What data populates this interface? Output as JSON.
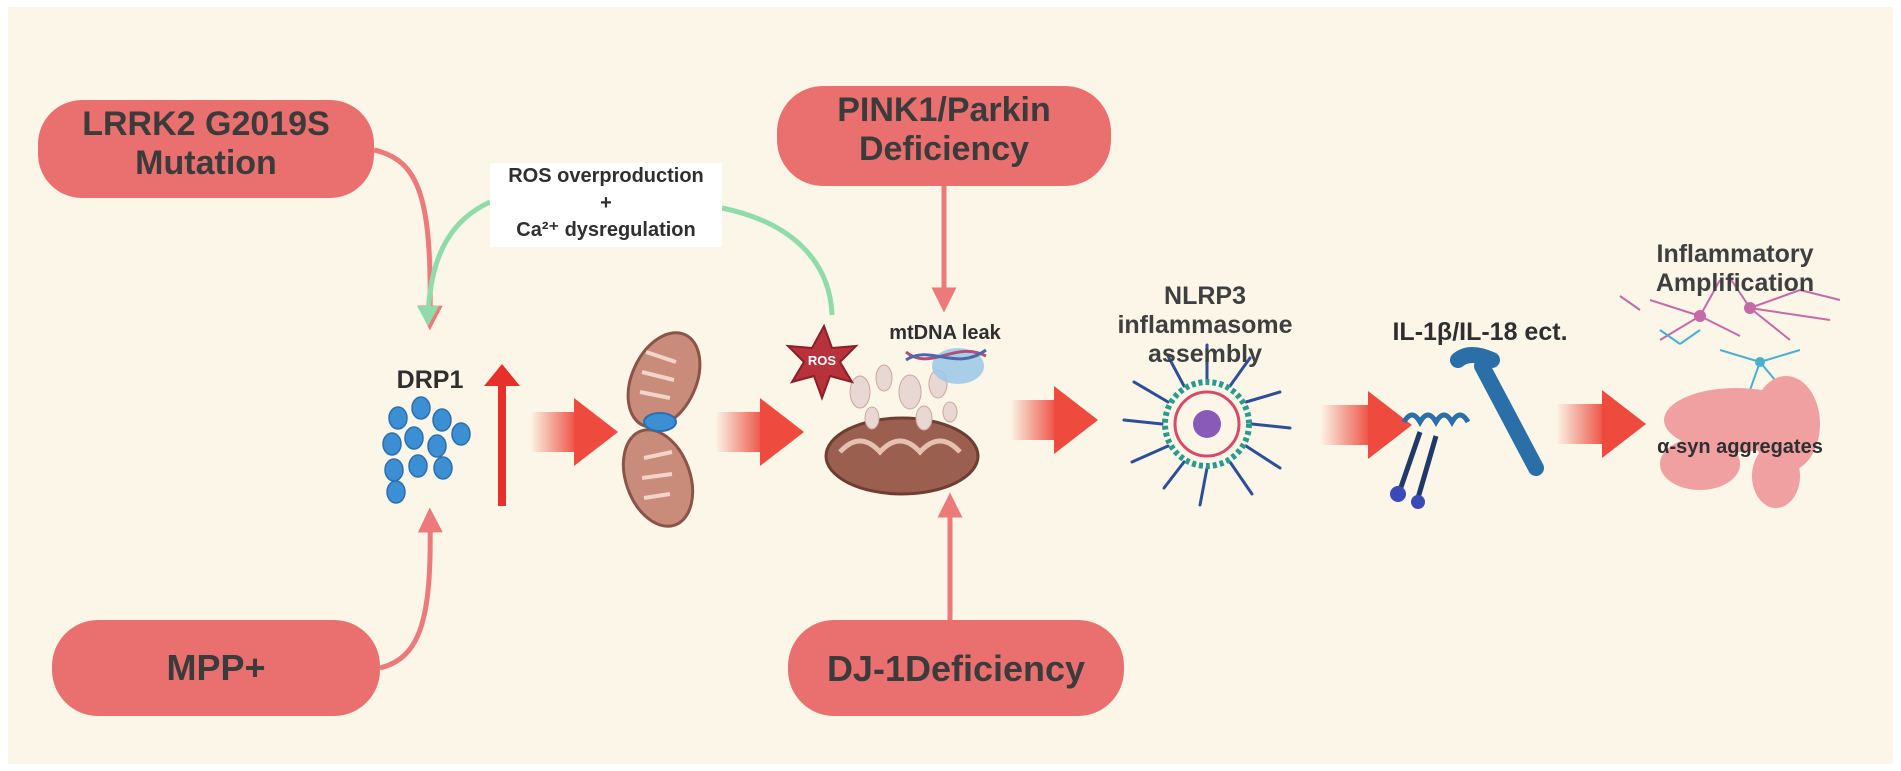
{
  "triggers": {
    "lrrk2": {
      "line1": "LRRK2 G2019S",
      "line2": "Mutation"
    },
    "mpp": {
      "label": "MPP+"
    },
    "pink1": {
      "line1": "PINK1/Parkin",
      "line2": "Deficiency"
    },
    "dj1": {
      "label": "DJ-1Deficiency"
    }
  },
  "feedback": {
    "line1": "ROS overproduction",
    "line2": "+",
    "line3": "Ca²⁺ dysregulation"
  },
  "nodes": {
    "drp1": "DRP1",
    "ros": "ROS",
    "mtdna": "mtDNA leak",
    "nlrp3": {
      "line1": "NLRP3",
      "line2": "inflammasome",
      "line3": "assembly"
    },
    "il": "IL-1β/IL-18 ect.",
    "inflam": {
      "line1": "Inflammatory",
      "line2": "Amplification"
    },
    "asyn": "α-syn aggregates"
  },
  "colors": {
    "pill": "#e9706f",
    "arrow_red": "#e8423d",
    "arrow_green": "#8fdcaa",
    "connector": "#ec7a7a",
    "background": "#fcf6e8"
  }
}
